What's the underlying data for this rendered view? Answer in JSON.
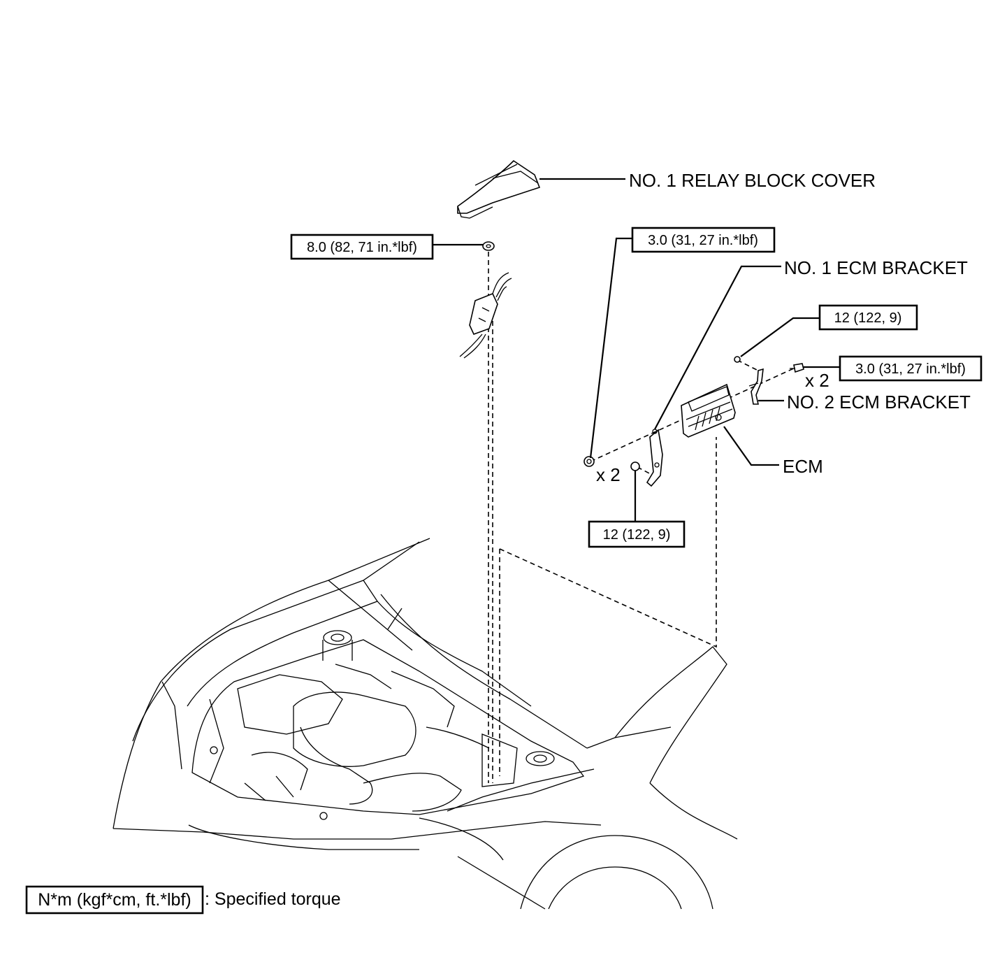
{
  "labels": {
    "relay_block_cover": "NO. 1 RELAY BLOCK COVER",
    "ecm_bracket_1": "NO. 1 ECM BRACKET",
    "ecm_bracket_2": "NO. 2 ECM BRACKET",
    "ecm": "ECM"
  },
  "torques": {
    "relay_nut": "8.0 (82, 71 in.*lbf)",
    "bracket1_bolt": "3.0 (31, 27 in.*lbf)",
    "bracket2_nut": "12 (122, 9)",
    "bracket2_bolt": "3.0 (31, 27 in.*lbf)",
    "bracket1_nut": "12 (122, 9)"
  },
  "multipliers": {
    "bracket1_bolt_qty": "x 2",
    "bracket2_bolt_qty": "x 2"
  },
  "legend": {
    "unit": "N*m (kgf*cm, ft.*lbf)",
    "description": ": Specified torque"
  }
}
